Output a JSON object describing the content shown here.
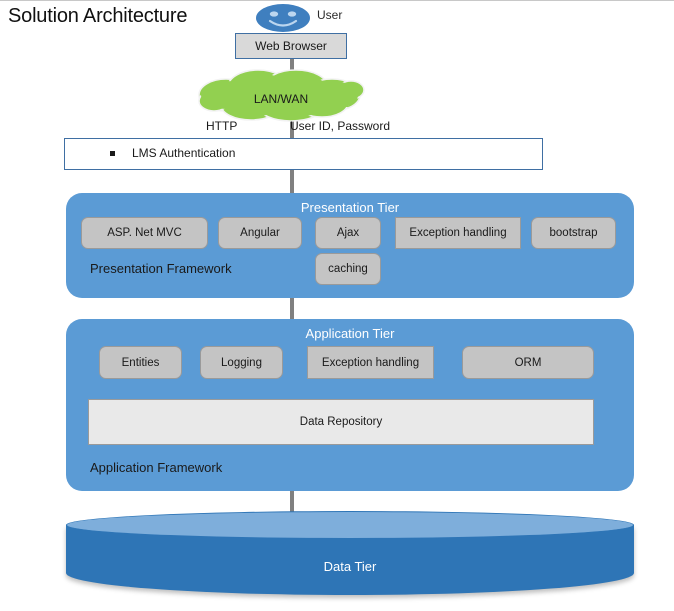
{
  "page": {
    "title": "Solution Architecture"
  },
  "actors": {
    "user_label": "User",
    "user_icon": "smiley-face-icon",
    "web_browser_label": "Web Browser"
  },
  "network": {
    "cloud_label": "LAN/WAN",
    "cloud_icon": "cloud-shape",
    "cloud_fill": "#92d050",
    "left_link_label": "HTTP",
    "right_link_label": "User ID, Password"
  },
  "auth": {
    "label": "LMS Authentication",
    "bullet": "square-bullet-icon"
  },
  "presentation_tier": {
    "title": "Presentation Tier",
    "framework_label": "Presentation Framework",
    "components": [
      {
        "label": "ASP. Net MVC"
      },
      {
        "label": "Angular"
      },
      {
        "label": "Ajax"
      },
      {
        "label": "Exception  handling"
      },
      {
        "label": "bootstrap"
      },
      {
        "label": "caching"
      }
    ]
  },
  "application_tier": {
    "title": "Application Tier",
    "framework_label": "Application Framework",
    "components": [
      {
        "label": "Entities"
      },
      {
        "label": "Logging"
      },
      {
        "label": "Exception  handling"
      },
      {
        "label": "ORM"
      }
    ],
    "repository_label": "Data Repository"
  },
  "data_tier": {
    "title": "Data Tier",
    "shape": "cylinder-database-icon"
  },
  "colors": {
    "tier_blue": "#5b9bd5",
    "cylinder_blue": "#2e75b6",
    "cylinder_top_blue": "#7eaedb",
    "chip_gray": "#c4c4c4",
    "repository_gray": "#e9e9e9",
    "cloud_green": "#92d050",
    "connector_gray": "#808080",
    "box_border_blue": "#3f6fa3"
  }
}
